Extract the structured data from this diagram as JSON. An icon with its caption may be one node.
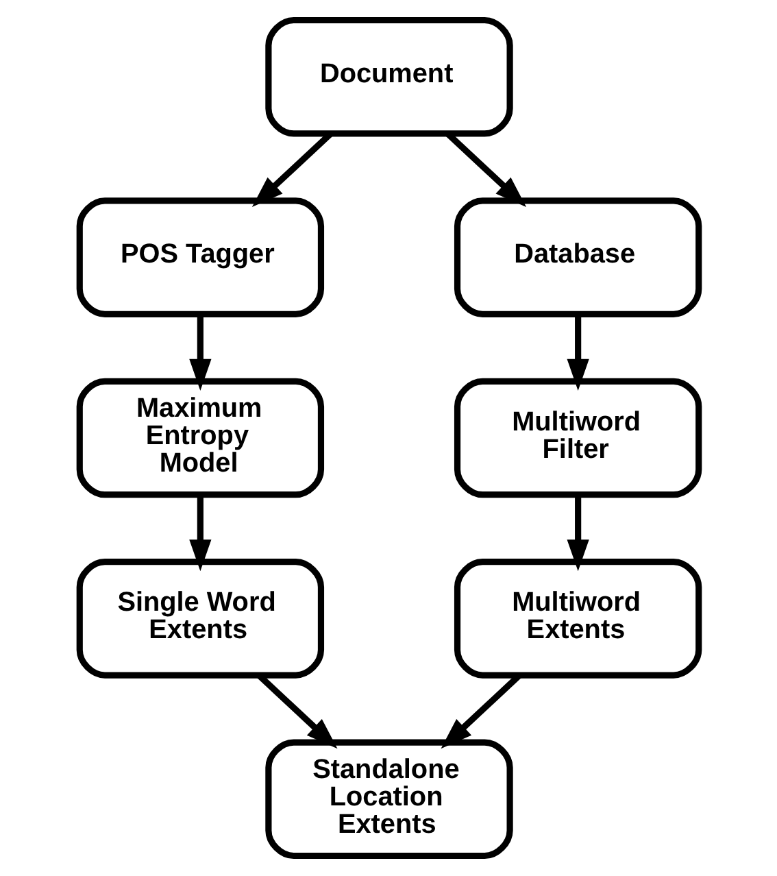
{
  "diagram": {
    "nodes": [
      {
        "text": [
          "Document"
        ]
      },
      {
        "text": [
          "POS Tagger"
        ]
      },
      {
        "text": [
          "Database"
        ]
      },
      {
        "text": [
          "Maximum Entropy Model"
        ]
      },
      {
        "text": [
          "Multiword Filter"
        ]
      },
      {
        "text": [
          "Single Word Extents"
        ]
      },
      {
        "text": [
          "Multiword Extents"
        ]
      },
      {
        "text": [
          "Standalone Location Extents"
        ]
      }
    ],
    "edges": [
      {
        "from": 0,
        "to": 1,
        "arrow": "to"
      },
      {
        "from": 0,
        "to": 2,
        "arrow": "to"
      },
      {
        "from": 1,
        "to": 3,
        "arrow": "to"
      },
      {
        "from": 2,
        "to": 4,
        "arrow": "to"
      },
      {
        "from": 3,
        "to": 5,
        "arrow": "to"
      },
      {
        "from": 4,
        "to": 6,
        "arrow": "to"
      },
      {
        "from": 5,
        "to": 7,
        "arrow": "to"
      },
      {
        "from": 6,
        "to": 7,
        "arrow": "to"
      }
    ]
  }
}
